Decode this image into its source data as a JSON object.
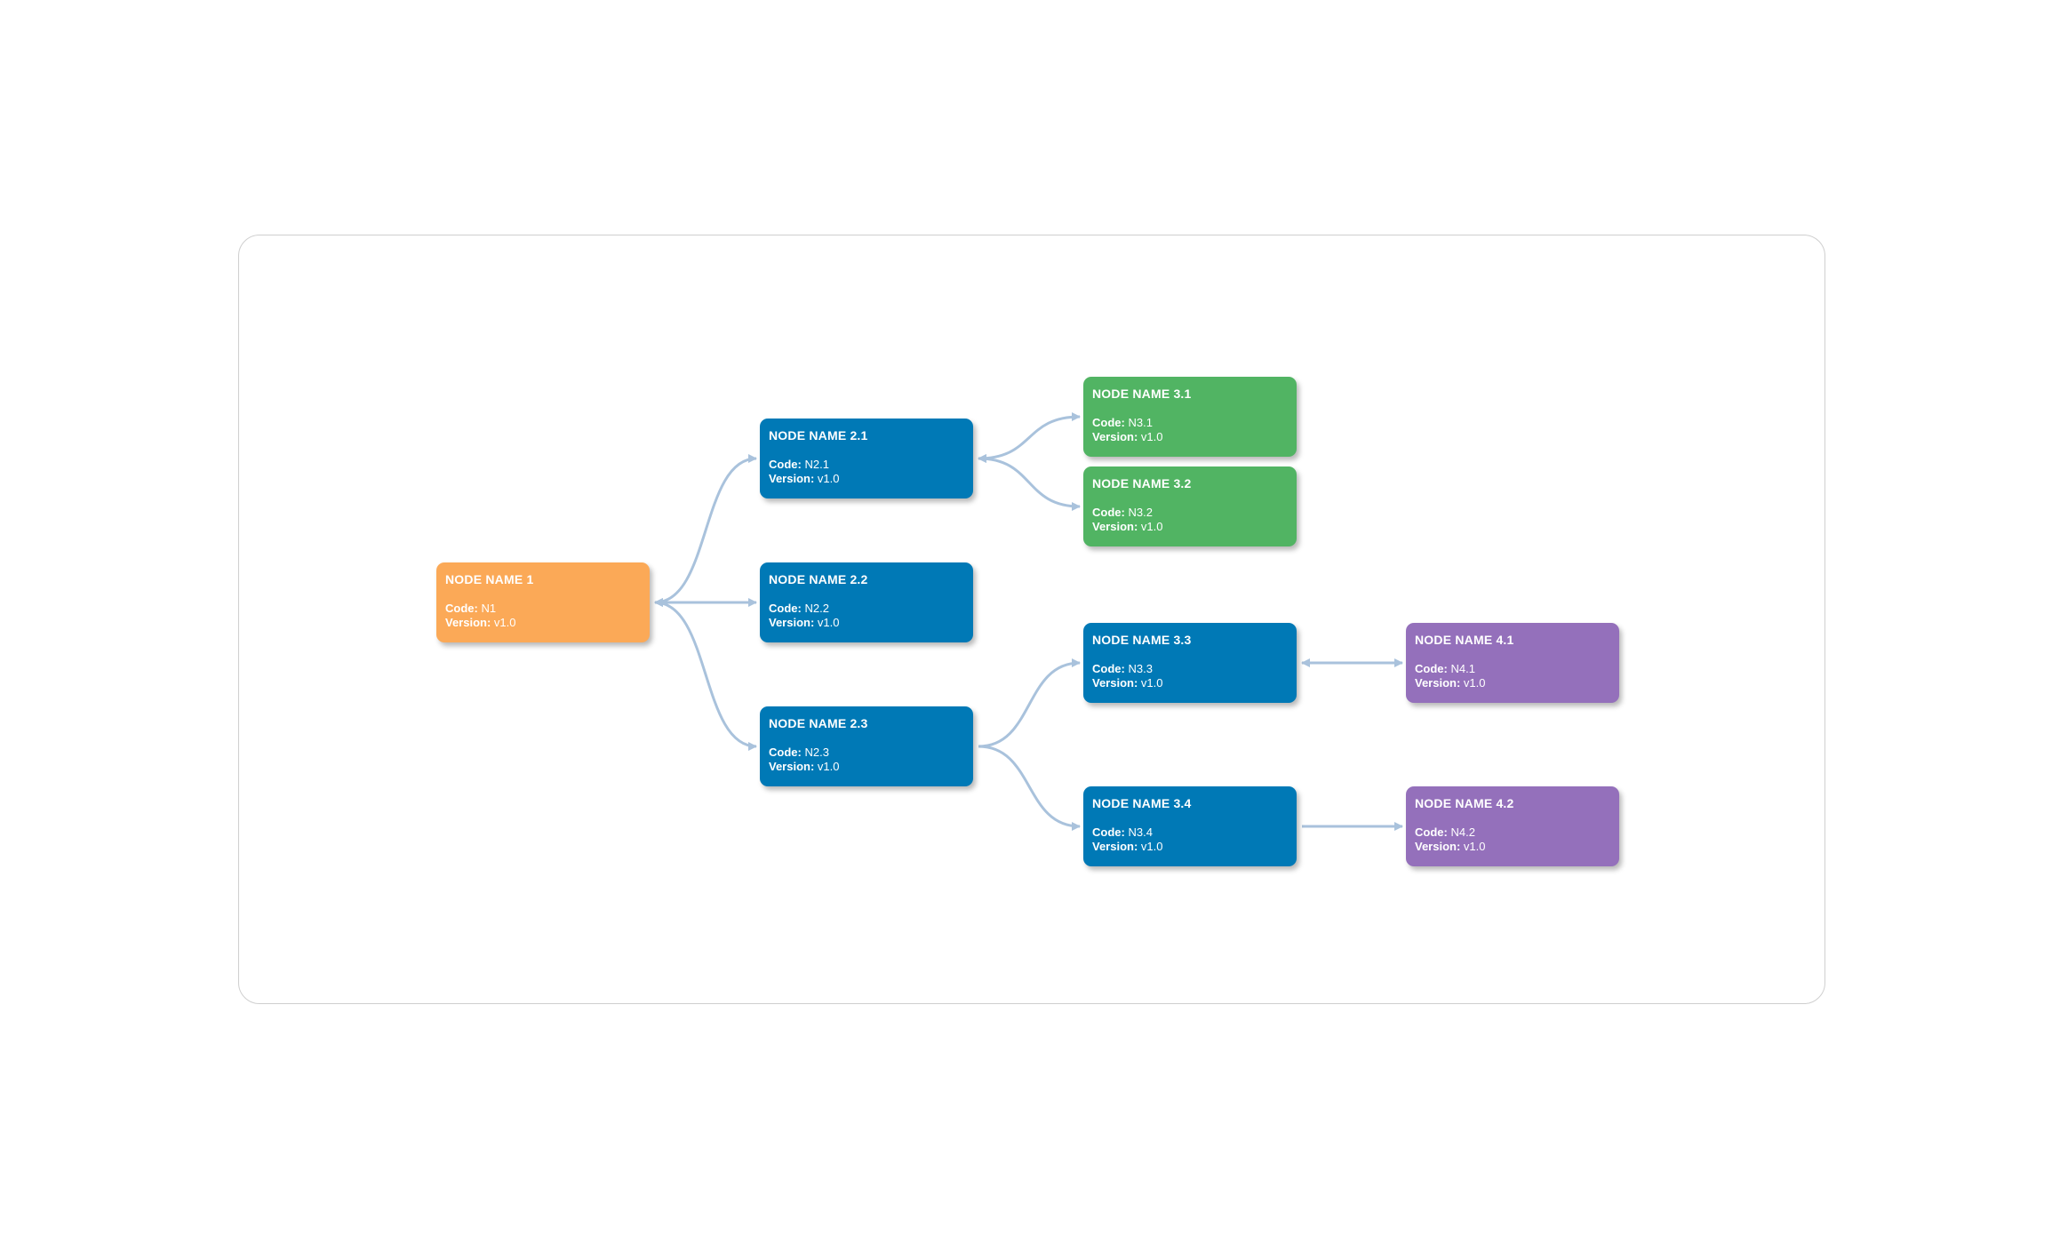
{
  "palette": {
    "root": "#fba957",
    "level2": "#0079b6",
    "level3_top": "#51b463",
    "level3_bottom": "#0079b6",
    "level4": "#9470bb",
    "edge": "#a9c2dc"
  },
  "field_labels": {
    "code": "Code:",
    "version": "Version:"
  },
  "nodes": {
    "n1": {
      "title": "NODE NAME 1",
      "code": "N1",
      "version": "v1.0"
    },
    "n21": {
      "title": "NODE NAME 2.1",
      "code": "N2.1",
      "version": "v1.0"
    },
    "n22": {
      "title": "NODE NAME 2.2",
      "code": "N2.2",
      "version": "v1.0"
    },
    "n23": {
      "title": "NODE NAME 2.3",
      "code": "N2.3",
      "version": "v1.0"
    },
    "n31": {
      "title": "NODE NAME 3.1",
      "code": "N3.1",
      "version": "v1.0"
    },
    "n32": {
      "title": "NODE NAME 3.2",
      "code": "N3.2",
      "version": "v1.0"
    },
    "n33": {
      "title": "NODE NAME 3.3",
      "code": "N3.3",
      "version": "v1.0"
    },
    "n34": {
      "title": "NODE NAME 3.4",
      "code": "N3.4",
      "version": "v1.0"
    },
    "n41": {
      "title": "NODE NAME 4.1",
      "code": "N4.1",
      "version": "v1.0"
    },
    "n42": {
      "title": "NODE NAME 4.2",
      "code": "N4.2",
      "version": "v1.0"
    }
  },
  "edges": [
    {
      "from": "n1",
      "to": "n21",
      "start_arrow": true,
      "end_arrow": true
    },
    {
      "from": "n1",
      "to": "n22",
      "start_arrow": true,
      "end_arrow": true
    },
    {
      "from": "n1",
      "to": "n23",
      "start_arrow": true,
      "end_arrow": true
    },
    {
      "from": "n21",
      "to": "n31",
      "start_arrow": true,
      "end_arrow": true
    },
    {
      "from": "n21",
      "to": "n32",
      "start_arrow": true,
      "end_arrow": true
    },
    {
      "from": "n23",
      "to": "n33",
      "start_arrow": false,
      "end_arrow": true
    },
    {
      "from": "n23",
      "to": "n34",
      "start_arrow": false,
      "end_arrow": true
    },
    {
      "from": "n33",
      "to": "n41",
      "start_arrow": true,
      "end_arrow": true
    },
    {
      "from": "n34",
      "to": "n42",
      "start_arrow": false,
      "end_arrow": true
    }
  ]
}
